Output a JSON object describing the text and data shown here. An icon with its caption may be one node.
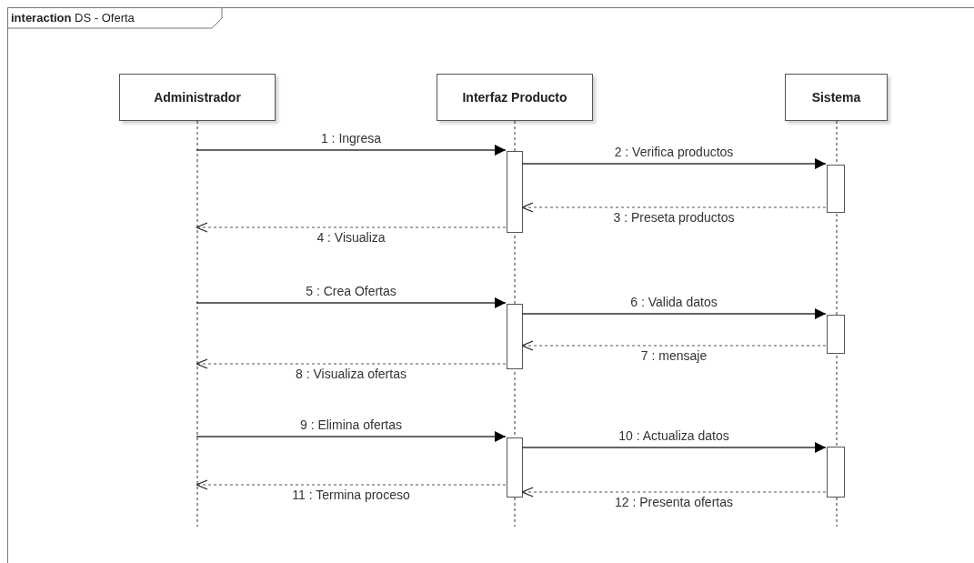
{
  "diagram": {
    "nodes": [
      {
        "text": [
          "**interaction** DS - Oferta"
        ]
      },
      {
        "text": [
          "Administrador"
        ],
        "in": 0
      },
      {
        "text": [
          "Interfaz Producto"
        ],
        "in": 0
      },
      {
        "text": [
          "Sistema"
        ],
        "in": 0
      },
      {
        "text": [],
        "shape": "bar",
        "in": 2
      },
      {
        "text": [],
        "shape": "bar",
        "in": 3
      },
      {
        "text": [],
        "shape": "bar",
        "in": 2
      },
      {
        "text": [],
        "shape": "bar",
        "in": 3
      },
      {
        "text": [],
        "shape": "bar",
        "in": 2
      },
      {
        "text": [],
        "shape": "bar",
        "in": 3
      }
    ],
    "edges": [
      {
        "from": 1,
        "to": 4,
        "arrow": "to",
        "label": "1 : Ingresa"
      },
      {
        "from": 4,
        "to": 5,
        "arrow": "to",
        "label": "2 : Verifica productos"
      },
      {
        "from": 5,
        "to": 4,
        "arrow": "to",
        "label": "3 : Preseta productos",
        "style": "dashed"
      },
      {
        "from": 4,
        "to": 1,
        "arrow": "to",
        "label": "4 : Visualiza",
        "style": "dashed"
      },
      {
        "from": 1,
        "to": 6,
        "arrow": "to",
        "label": "5 : Crea Ofertas"
      },
      {
        "from": 6,
        "to": 7,
        "arrow": "to",
        "label": "6 : Valida datos"
      },
      {
        "from": 7,
        "to": 6,
        "arrow": "to",
        "label": "7 : mensaje",
        "style": "dashed"
      },
      {
        "from": 6,
        "to": 1,
        "arrow": "to",
        "label": "8 : Visualiza ofertas",
        "style": "dashed"
      },
      {
        "from": 1,
        "to": 8,
        "arrow": "to",
        "label": "9 : Elimina ofertas"
      },
      {
        "from": 8,
        "to": 9,
        "arrow": "to",
        "label": "10 : Actualiza datos"
      },
      {
        "from": 8,
        "to": 1,
        "arrow": "to",
        "label": "11 : Termina proceso",
        "style": "dashed"
      },
      {
        "from": 9,
        "to": 8,
        "arrow": "to",
        "label": "12 : Presenta ofertas",
        "style": "dashed"
      }
    ]
  }
}
